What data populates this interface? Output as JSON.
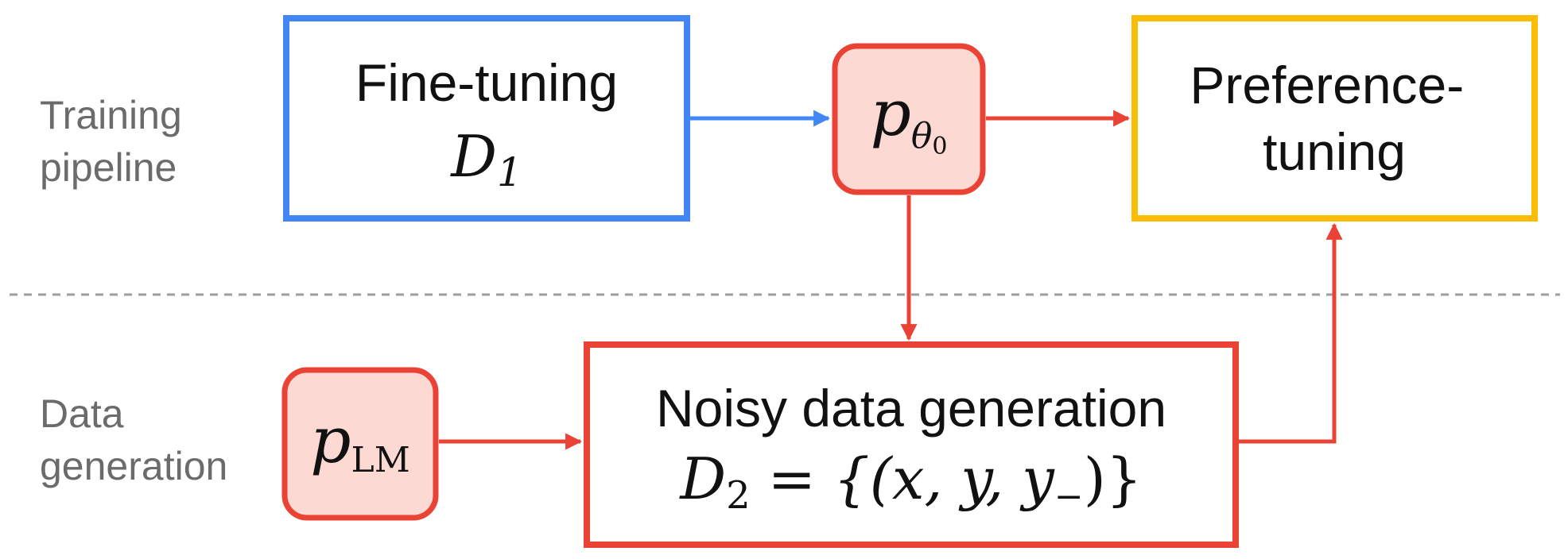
{
  "rows": {
    "top_label": [
      "Training",
      "pipeline"
    ],
    "bottom_label": [
      "Data",
      "generation"
    ]
  },
  "nodes": {
    "finetuning": {
      "title": "Fine-tuning",
      "math_letter": "D",
      "math_sub": "1"
    },
    "p_theta0": {
      "base": "p",
      "sub": "θ",
      "subsub": "0"
    },
    "preference": {
      "lines": [
        "Preference-",
        "tuning"
      ]
    },
    "p_lm": {
      "base": "p",
      "sub": "LM"
    },
    "noisy": {
      "title": "Noisy data generation",
      "eq": {
        "letter": "D",
        "sub": "2",
        "eq": "=",
        "set": "{(x, y, y",
        "minus": "−",
        "close": ")}"
      }
    }
  },
  "colors": {
    "blue": "#4285f4",
    "red": "#ea4335",
    "yellow": "#fbbc04",
    "pink_fill": "#fdd9d3",
    "label_gray": "#6b6b6b",
    "divider_gray": "#9e9e9e"
  }
}
